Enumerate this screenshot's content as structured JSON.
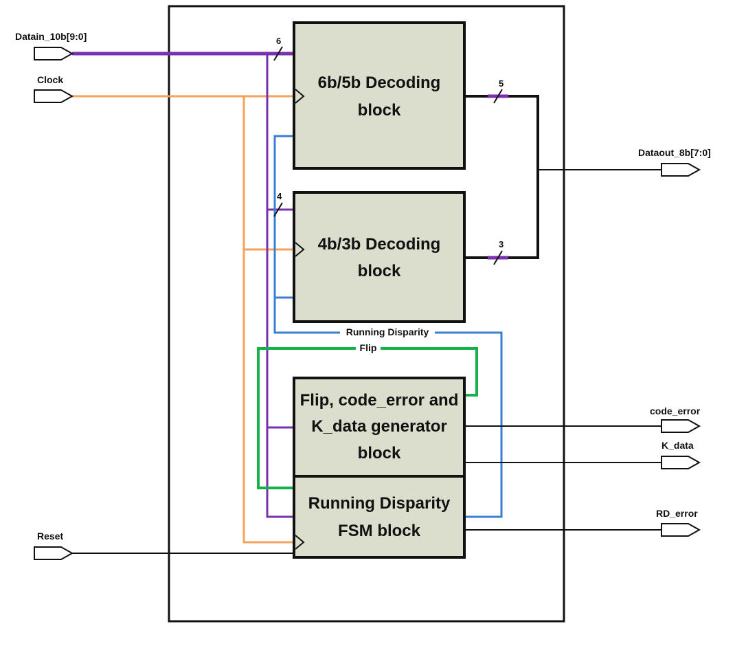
{
  "colors": {
    "block_fill": "#dcdecd",
    "data_bus": "#7a2fae",
    "clock": "#f5a25a",
    "disparity": "#3a7fd6",
    "flip": "#15b04a",
    "signal": "#111111"
  },
  "ports": {
    "datain": "Datain_10b[9:0]",
    "clock": "Clock",
    "reset": "Reset",
    "dataout": "Dataout_8b[7:0]",
    "code_error": "code_error",
    "k_data": "K_data",
    "rd_error": "RD_error"
  },
  "blocks": {
    "decode_6b5b": [
      "6b/5b Decoding",
      "block"
    ],
    "decode_4b3b": [
      "4b/3b Decoding",
      "block"
    ],
    "flip_gen": [
      "Flip, code_error and",
      "K_data generator",
      "block"
    ],
    "rd_fsm": [
      "Running Disparity",
      "FSM block"
    ]
  },
  "bus_widths": {
    "in_6b": "6",
    "in_4b": "4",
    "out_5b": "5",
    "out_3b": "3"
  },
  "signals": {
    "running_disparity": "Running Disparity",
    "flip": "Flip"
  }
}
